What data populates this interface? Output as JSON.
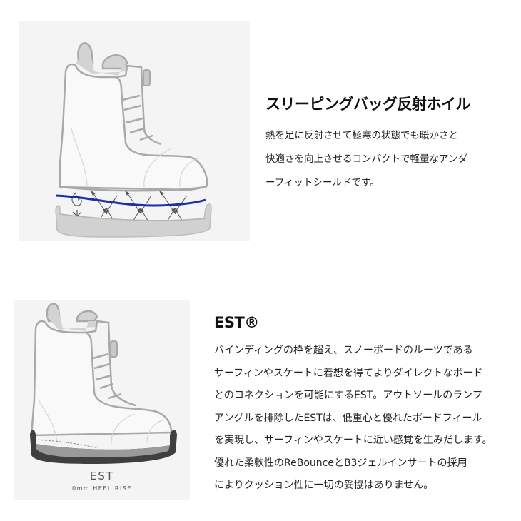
{
  "section_1": {
    "title": "スリーピングバッグ反射ホイル",
    "body_lines": [
      "熱を足に反射させて極寒の状態でも暖かさと",
      "快適さを向上させるコンパクトで軽量なアンダ",
      "ーフィットシールドです。"
    ],
    "illustration": {
      "description": "boot-cross-section-heat-reflection",
      "icons": [
        "flame-icon",
        "snowflake-icon"
      ],
      "reflective_layer_color": "#1a2fa8"
    }
  },
  "section_2": {
    "title": "EST®",
    "body_lines": [
      "バインディングの枠を超え、スノーボードのルーツである",
      "サーフィンやスケートに着想を得てよりダイレクトなボード",
      "とのコネクションを可能にするEST。アウトソールのランプ",
      "アングルを排除したESTは、低重心と優れたボードフィール",
      "を実現し、サーフィンやスケートに近い感覚を生みだします。",
      "優れた柔軟性のReBounceとB3ジェルインサートの採用",
      "によりクッション性に一切の妥協はありません。"
    ],
    "illustration": {
      "caption": "EST",
      "sub_caption": "0mm HEEL RISE",
      "outsole_color": "#3f3f3f"
    }
  },
  "colors": {
    "panel_bg": "#f4f4f4",
    "boot_outline": "#a9a9a9",
    "accent_blue": "#1a2fa8"
  }
}
